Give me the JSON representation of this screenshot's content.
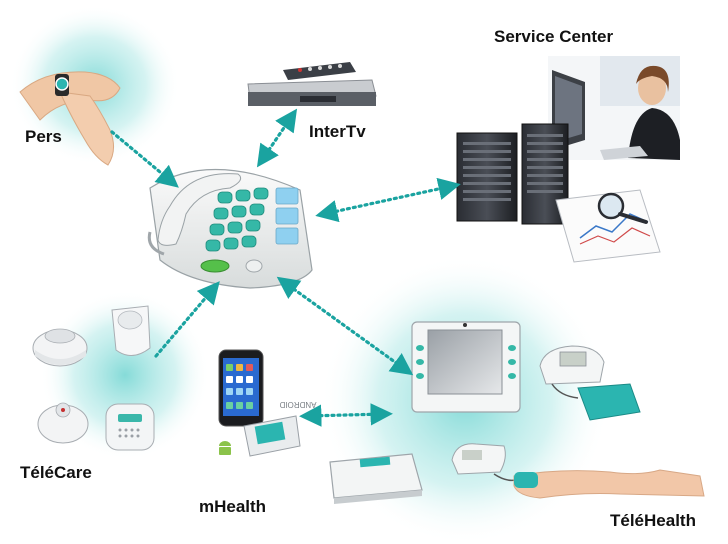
{
  "labels": {
    "service_center": "Service Center",
    "intertv": "InterTv",
    "pers": "Pers",
    "telecare": "TéléCare",
    "mhealth": "mHealth",
    "telehealth": "TéléHealth"
  },
  "device_text": {
    "android_logo": "ANDROID"
  },
  "colors": {
    "teal": "#2bb5b0",
    "glow": "#7fd9d6",
    "arrow": "#1aa3a0"
  }
}
